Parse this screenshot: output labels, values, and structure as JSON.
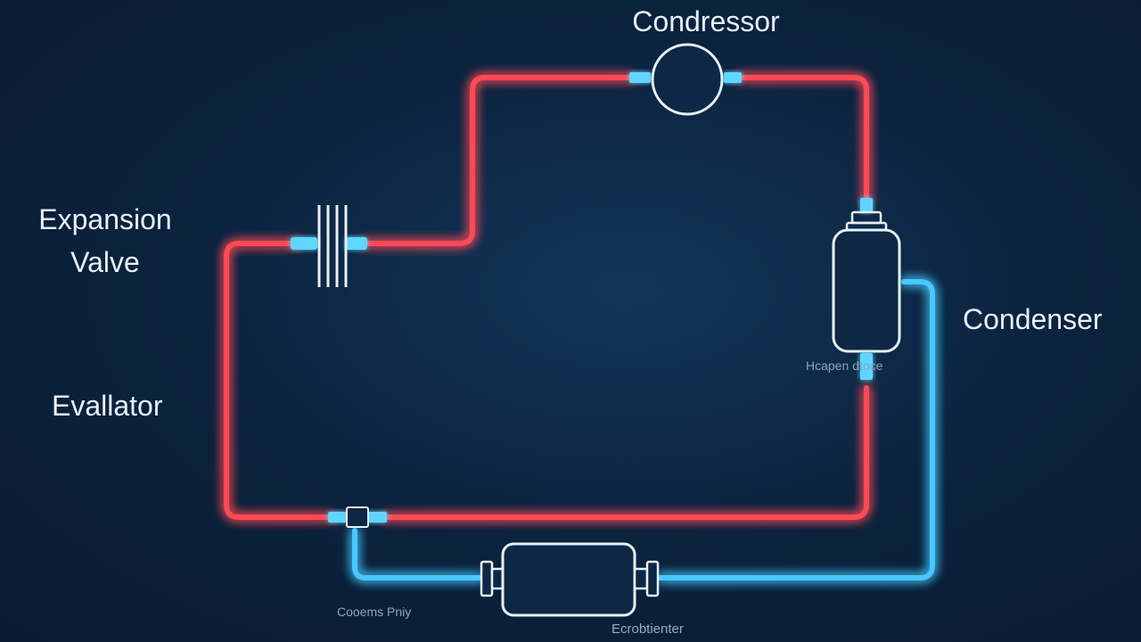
{
  "labels": {
    "compressor": "Condressor",
    "expansion_valve": "Expansion\nValve",
    "condenser": "Condenser",
    "evaporator": "Evallator",
    "condenser_sublabel": "Hcapen dtoce",
    "bottom_left_sublabel": "Cooems Pniy",
    "bottom_sublabel": "Ecrobtienter"
  },
  "colors": {
    "hot_line": "#ff4a55",
    "cold_line": "#47c8ff",
    "component_outline": "#e8f0fb",
    "fitting": "#5fd6ff"
  }
}
